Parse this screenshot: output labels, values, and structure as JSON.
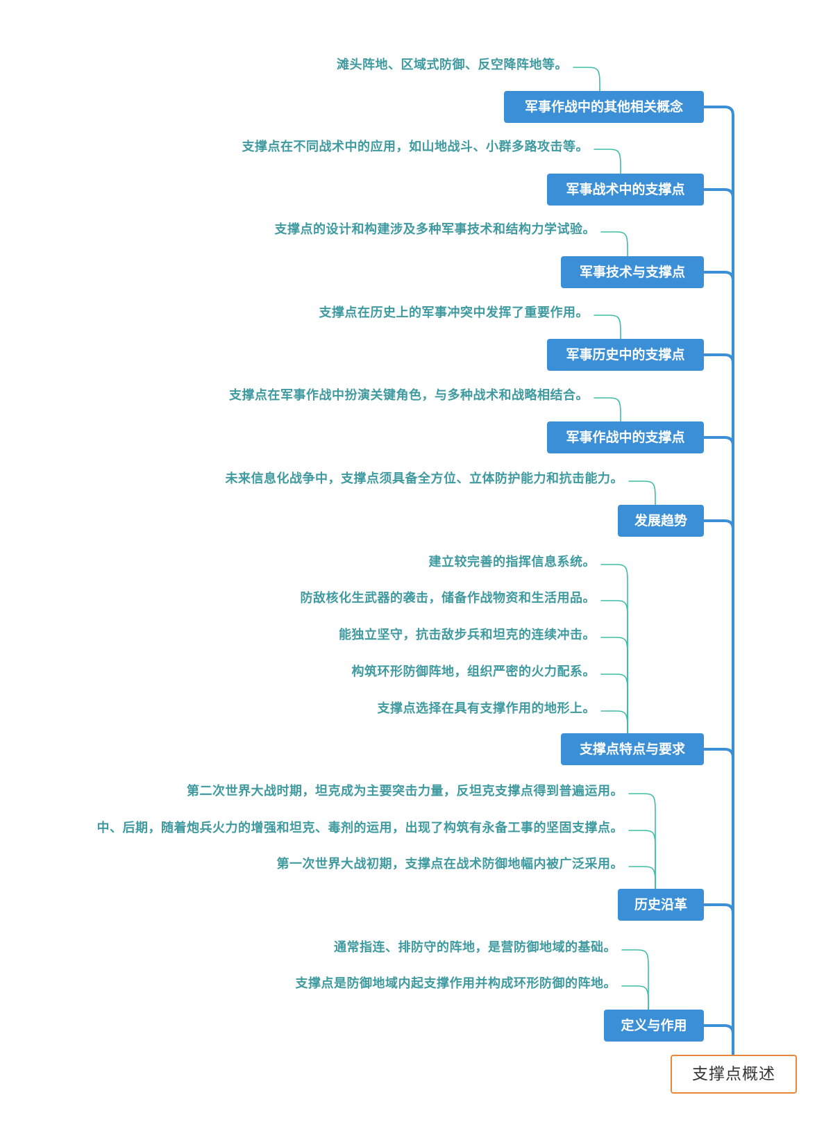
{
  "root": {
    "label": "支撑点概述"
  },
  "colors": {
    "branch": "#3a8fd6",
    "leaf_text": "#3f9aa0",
    "leaf_line": "#3dbda6",
    "root_border": "#e8873a"
  },
  "branches": [
    {
      "label": "军事作战中的其他相关概念",
      "leaves": [
        "滩头阵地、区域式防御、反空降阵地等。"
      ]
    },
    {
      "label": "军事战术中的支撑点",
      "leaves": [
        "支撑点在不同战术中的应用，如山地战斗、小群多路攻击等。"
      ]
    },
    {
      "label": "军事技术与支撑点",
      "leaves": [
        "支撑点的设计和构建涉及多种军事技术和结构力学试验。"
      ]
    },
    {
      "label": "军事历史中的支撑点",
      "leaves": [
        "支撑点在历史上的军事冲突中发挥了重要作用。"
      ]
    },
    {
      "label": "军事作战中的支撑点",
      "leaves": [
        "支撑点在军事作战中扮演关键角色，与多种战术和战略相结合。"
      ]
    },
    {
      "label": "发展趋势",
      "leaves": [
        "未来信息化战争中，支撑点须具备全方位、立体防护能力和抗击能力。"
      ]
    },
    {
      "label": "支撑点特点与要求",
      "leaves": [
        "建立较完善的指挥信息系统。",
        "防敌核化生武器的袭击，储备作战物资和生活用品。",
        "能独立坚守，抗击敌步兵和坦克的连续冲击。",
        "构筑环形防御阵地，组织严密的火力配系。",
        "支撑点选择在具有支撑作用的地形上。"
      ]
    },
    {
      "label": "历史沿革",
      "leaves": [
        "第二次世界大战时期，坦克成为主要突击力量，反坦克支撑点得到普遍运用。",
        "中、后期，随着炮兵火力的增强和坦克、毒剂的运用，出现了构筑有永备工事的坚固支撑点。",
        "第一次世界大战初期，支撑点在战术防御地幅内被广泛采用。"
      ]
    },
    {
      "label": "定义与作用",
      "leaves": [
        "通常指连、排防守的阵地，是营防御地域的基础。",
        "支撑点是防御地域内起支撑作用并构成环形防御的阵地。"
      ]
    }
  ]
}
